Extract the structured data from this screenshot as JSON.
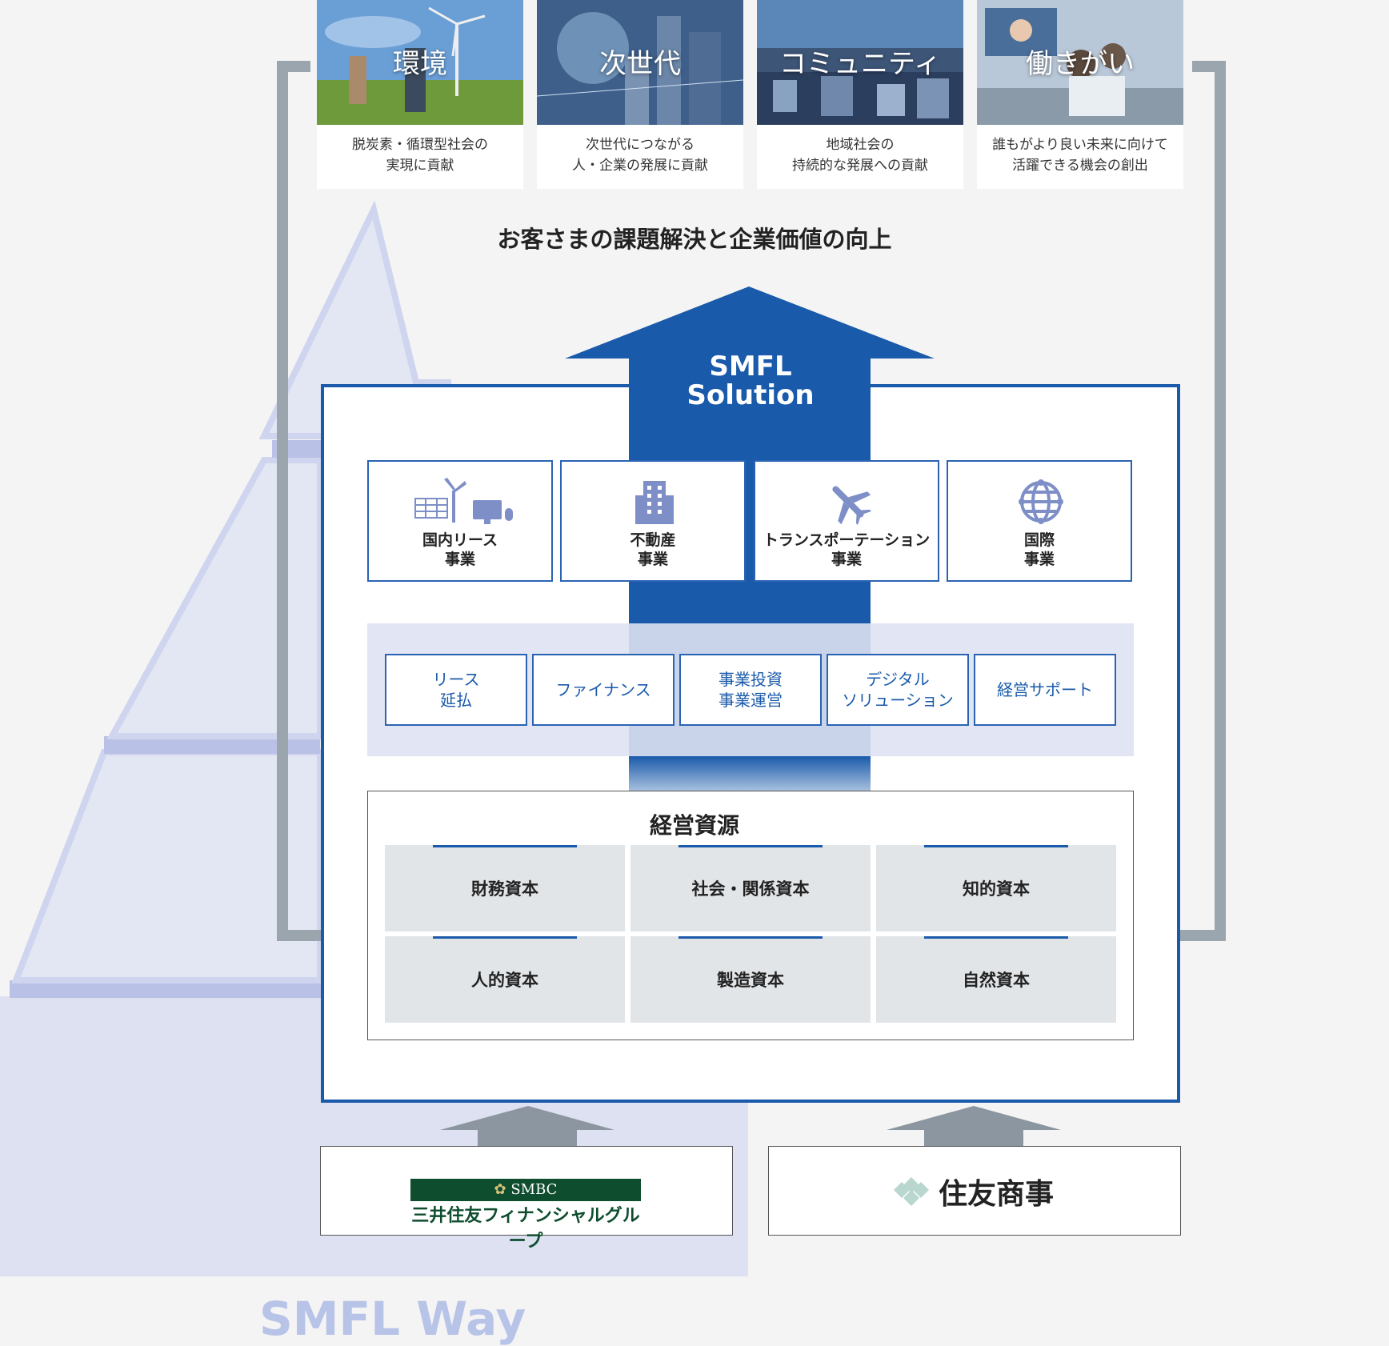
{
  "themes": [
    {
      "title": "環境",
      "desc": "脱炭素・循環型社会の\n実現に貢献"
    },
    {
      "title": "次世代",
      "desc": "次世代につながる\n人・企業の発展に貢献"
    },
    {
      "title": "コミュニティ",
      "desc": "地域社会の\n持続的な発展への貢献"
    },
    {
      "title": "働きがい",
      "desc": "誰もがより良い未来に向けて\n活躍できる機会の創出"
    }
  ],
  "headline": "お客さまの課題解決と企業価値の向上",
  "solution_label": "SMFL\nSolution",
  "businesses": [
    {
      "label": "国内リース\n事業",
      "icon": "solar-wind-computer-icon"
    },
    {
      "label": "不動産\n事業",
      "icon": "building-icon"
    },
    {
      "label": "トランスポーテーション\n事業",
      "icon": "airplane-icon"
    },
    {
      "label": "国際\n事業",
      "icon": "globe-icon"
    }
  ],
  "services": [
    {
      "label": "リース\n延払"
    },
    {
      "label": "ファイナンス"
    },
    {
      "label": "事業投資\n事業運営"
    },
    {
      "label": "デジタル\nソリューション"
    },
    {
      "label": "経営サポート"
    }
  ],
  "resources": {
    "title": "経営資源",
    "items": [
      "財務資本",
      "社会・関係資本",
      "知的資本",
      "人的資本",
      "製造資本",
      "自然資本"
    ]
  },
  "partners": {
    "smbc_badge": "SMBC",
    "smbc_name": "三井住友フィナンシャルグループ",
    "sumitomo_name": "住友商事"
  },
  "way_label": "SMFL Way",
  "colors": {
    "primary_blue": "#1a5aaa",
    "arrow_gray": "#9aa5ae",
    "pyramid_fill": "#dde1f1",
    "pyramid_band": "#b9c2e6",
    "smbc_green": "#0f4d2f"
  }
}
